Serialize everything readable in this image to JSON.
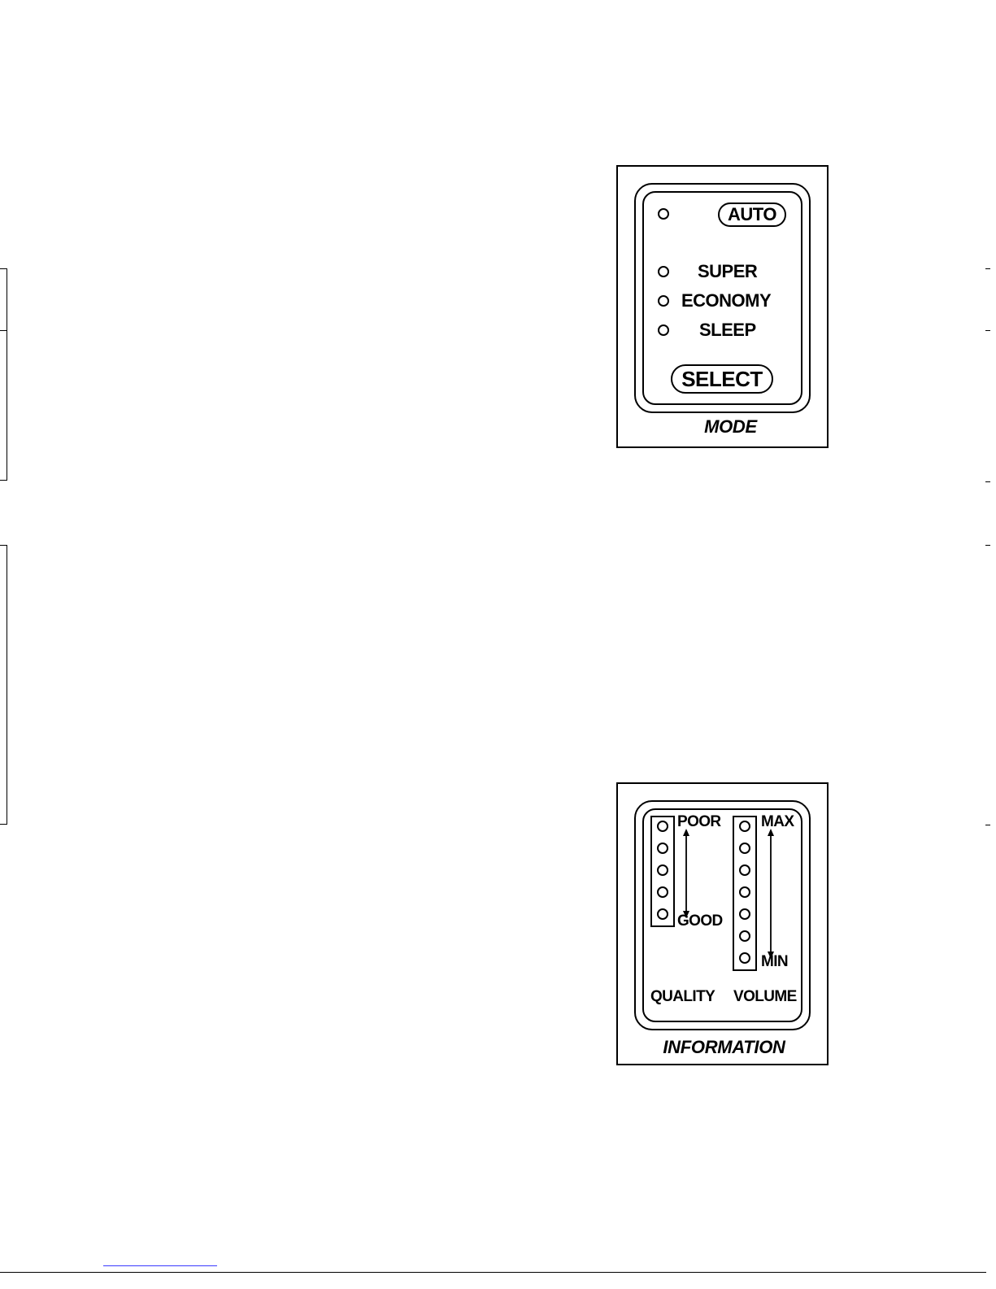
{
  "mode_panel": {
    "caption": "MODE",
    "auto_button": "AUTO",
    "select_button": "SELECT",
    "modes": [
      "SUPER",
      "ECONOMY",
      "SLEEP"
    ]
  },
  "information_panel": {
    "caption": "INFORMATION",
    "quality": {
      "label": "QUALITY",
      "top": "POOR",
      "bottom": "GOOD",
      "led_count": 5
    },
    "volume": {
      "label": "VOLUME",
      "top": "MAX",
      "bottom": "MIN",
      "led_count": 7
    }
  }
}
